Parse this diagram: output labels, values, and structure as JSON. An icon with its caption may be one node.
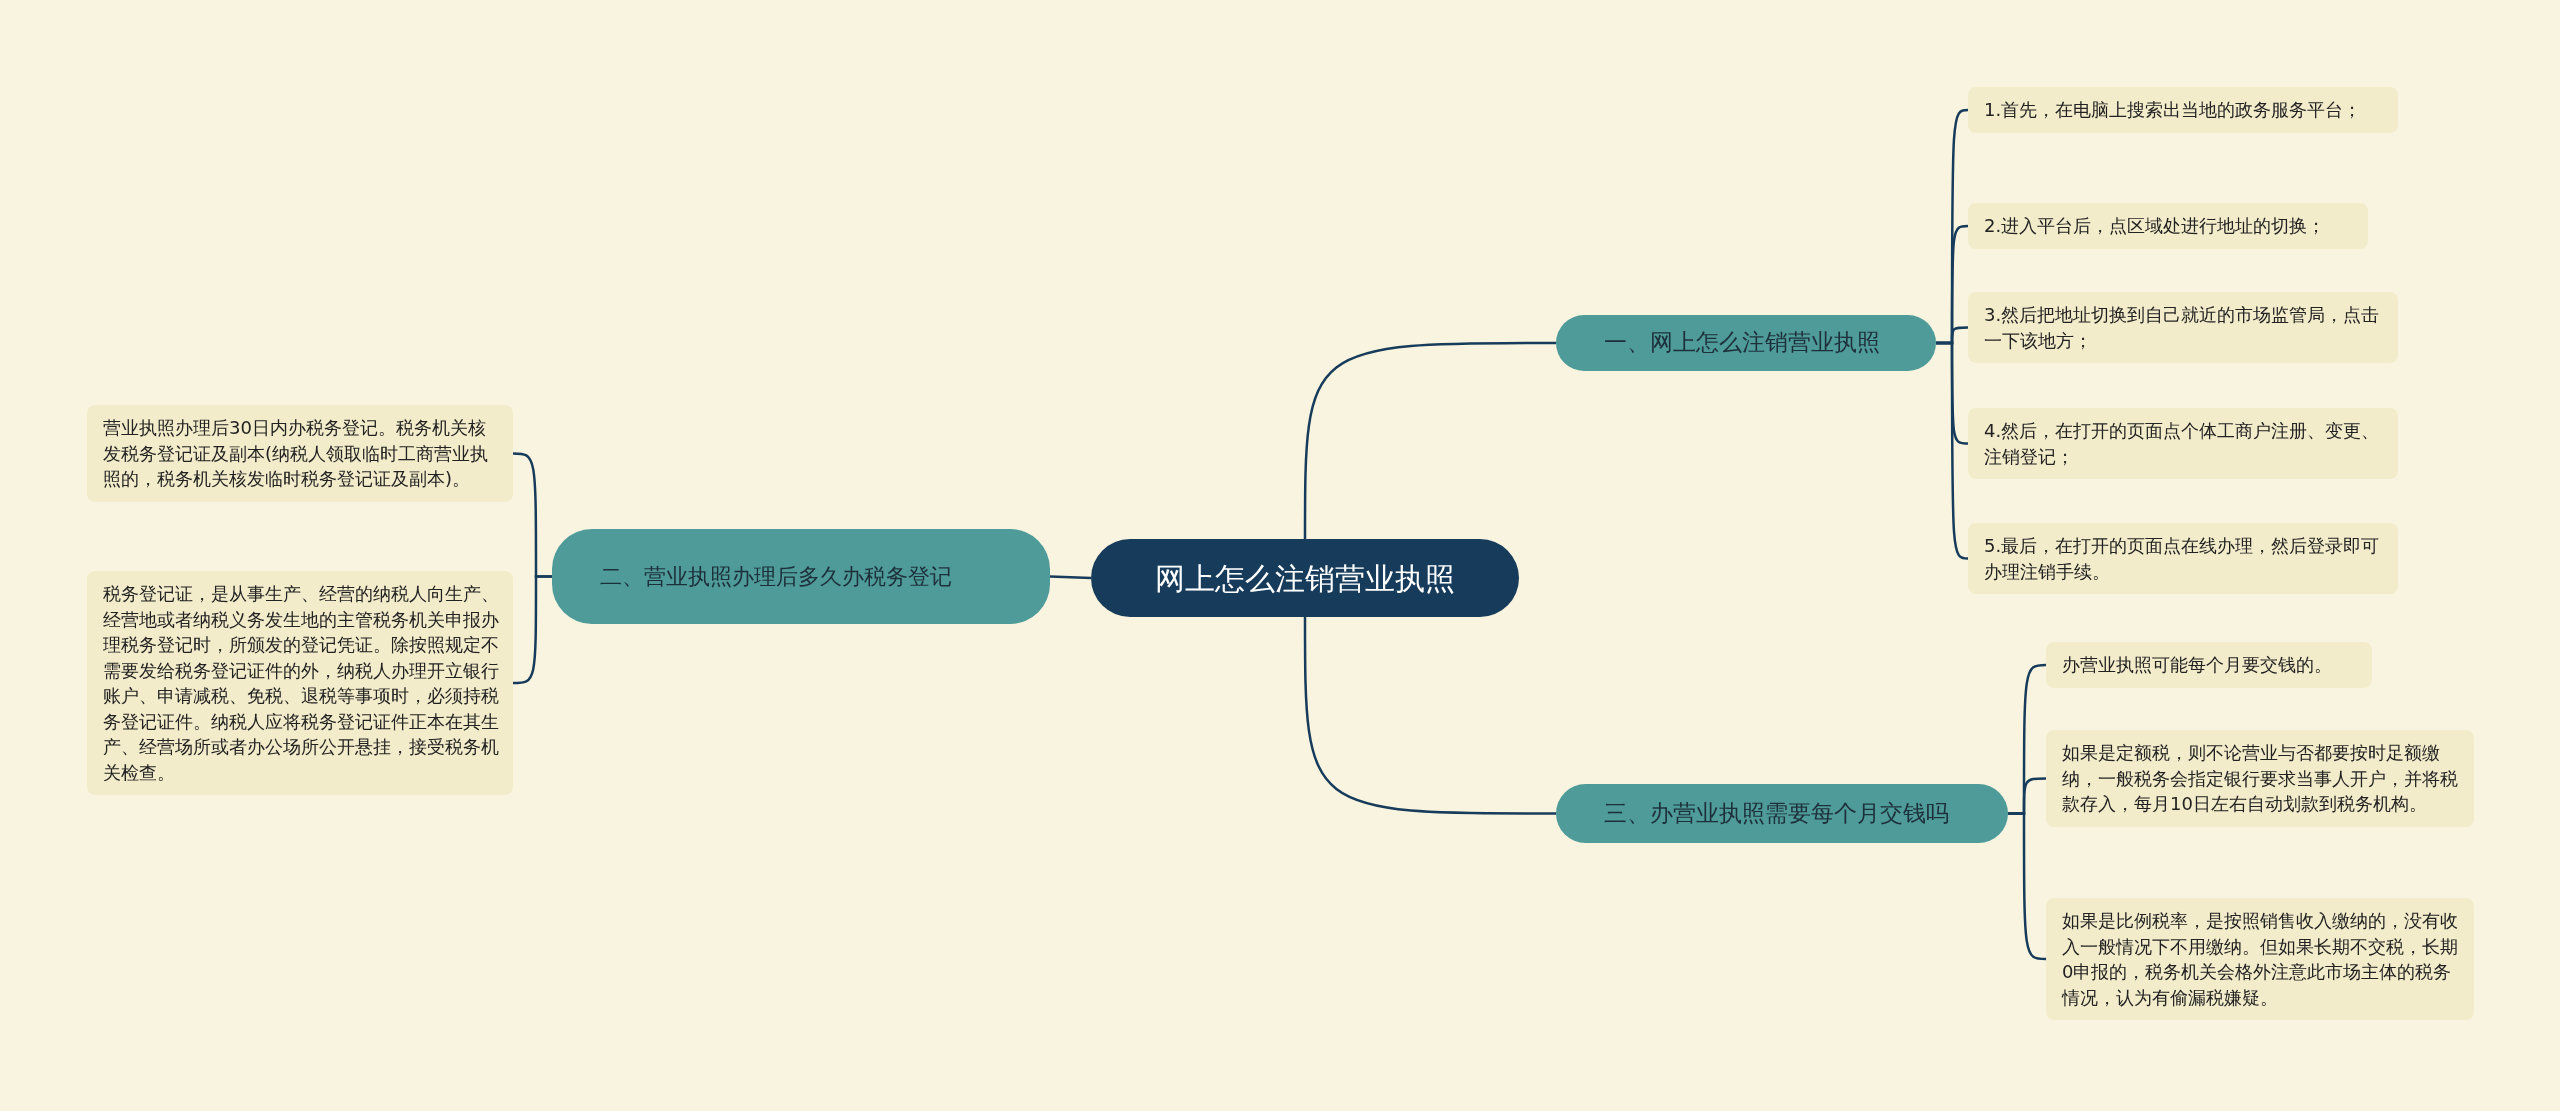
{
  "diagram": {
    "nodes": [
      {
        "text": [
          "网上怎么注销营业执照"
        ]
      },
      {
        "text": [
          "一、网上怎么注销营业执照"
        ]
      },
      {
        "text": [
          "1.首先，在电脑上搜索出当地的政务服务平台；"
        ]
      },
      {
        "text": [
          "2.进入平台后，点区域处进行地址的切换；"
        ]
      },
      {
        "text": [
          "3.然后把地址切换到自己就近的市场监管局，点击一下该地方；"
        ]
      },
      {
        "text": [
          "4.然后，在打开的页面点个体工商户注册、变更、注销登记；"
        ]
      },
      {
        "text": [
          "5.最后，在打开的页面点在线办理，然后登录即可办理注销手续。"
        ]
      },
      {
        "text": [
          "二、营业执照办理后多久办税务登记"
        ]
      },
      {
        "text": [
          "营业执照办理后30日内办税务登记。税务机关核发税务登记证及副本(纳税人领取临时工商营业执照的，税务机关核发临时税务登记证及副本)。"
        ]
      },
      {
        "text": [
          "税务登记证，是从事生产、经营的纳税人向生产、经营地或者纳税义务发生地的主管税务机关申报办理税务登记时，所颁发的登记凭证。除按照规定不需要发给税务登记证件的外，纳税人办理开立银行账户、申请减税、免税、退税等事项时，必须持税务登记证件。纳税人应将税务登记证件正本在其生产、经营场所或者办公场所公开悬挂，接受税务机关检查。"
        ]
      },
      {
        "text": [
          "三、办营业执照需要每个月交钱吗"
        ]
      },
      {
        "text": [
          "办营业执照可能每个月要交钱的。"
        ]
      },
      {
        "text": [
          "如果是定额税，则不论营业与否都要按时足额缴纳，一般税务会指定银行要求当事人开户，并将税款存入，每月10日左右自动划款到税务机构。"
        ]
      },
      {
        "text": [
          "如果是比例税率，是按照销售收入缴纳的，没有收入一般情况下不用缴纳。但如果长期不交税，长期0申报的，税务机关会格外注意此市场主体的税务情况，认为有偷漏税嫌疑。"
        ]
      }
    ],
    "edges": [
      {
        "from": 0,
        "to": 1,
        "arrow": "none"
      },
      {
        "from": 1,
        "to": 2,
        "arrow": "none"
      },
      {
        "from": 1,
        "to": 3,
        "arrow": "none"
      },
      {
        "from": 1,
        "to": 4,
        "arrow": "none"
      },
      {
        "from": 1,
        "to": 5,
        "arrow": "none"
      },
      {
        "from": 1,
        "to": 6,
        "arrow": "none"
      },
      {
        "from": 0,
        "to": 7,
        "arrow": "none"
      },
      {
        "from": 7,
        "to": 8,
        "arrow": "none"
      },
      {
        "from": 7,
        "to": 9,
        "arrow": "none"
      },
      {
        "from": 0,
        "to": 10,
        "arrow": "none"
      },
      {
        "from": 10,
        "to": 11,
        "arrow": "none"
      },
      {
        "from": 10,
        "to": 12,
        "arrow": "none"
      },
      {
        "from": 10,
        "to": 13,
        "arrow": "none"
      }
    ]
  }
}
